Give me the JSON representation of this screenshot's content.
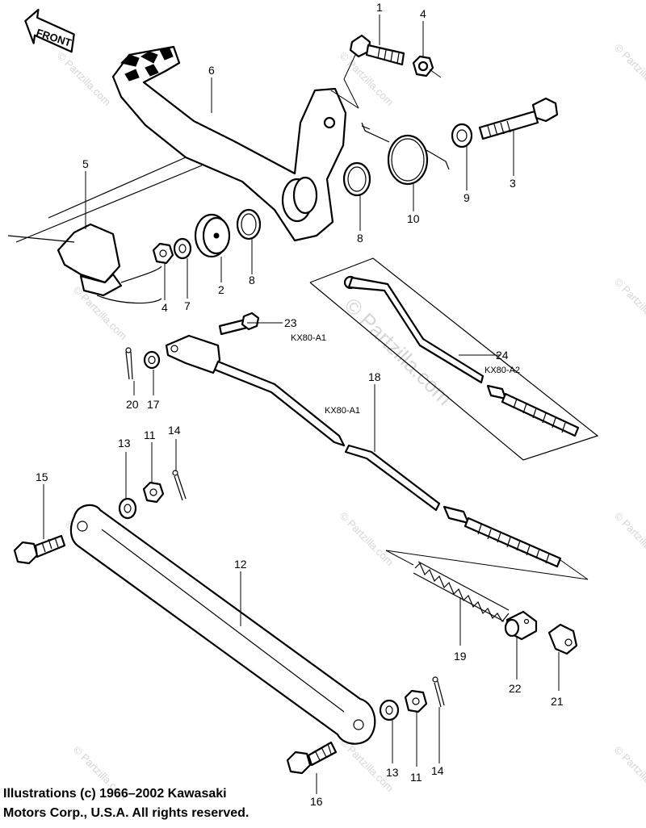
{
  "front_label": "FRONT",
  "watermark_text": "© Partzilla.com",
  "watermark_main": "© Partzilla.com",
  "copyright_line1": "Illustrations (c) 1966–2002 Kawasaki",
  "copyright_line2": "Motors Corp., U.S.A.  All rights reserved.",
  "callouts": {
    "c1": "1",
    "c2": "2",
    "c3": "3",
    "c4a": "4",
    "c4b": "4",
    "c5": "5",
    "c6": "6",
    "c7": "7",
    "c8a": "8",
    "c8b": "8",
    "c9": "9",
    "c10": "10",
    "c11a": "11",
    "c11b": "11",
    "c12": "12",
    "c13a": "13",
    "c13b": "13",
    "c14a": "14",
    "c14b": "14",
    "c15": "15",
    "c16": "16",
    "c17": "17",
    "c18": "18",
    "c19": "19",
    "c20": "20",
    "c21": "21",
    "c22": "22",
    "c23": "23",
    "c24": "24"
  },
  "models": {
    "m23": "KX80-A1",
    "m18": "KX80-A1",
    "m24": "KX80-A2"
  }
}
